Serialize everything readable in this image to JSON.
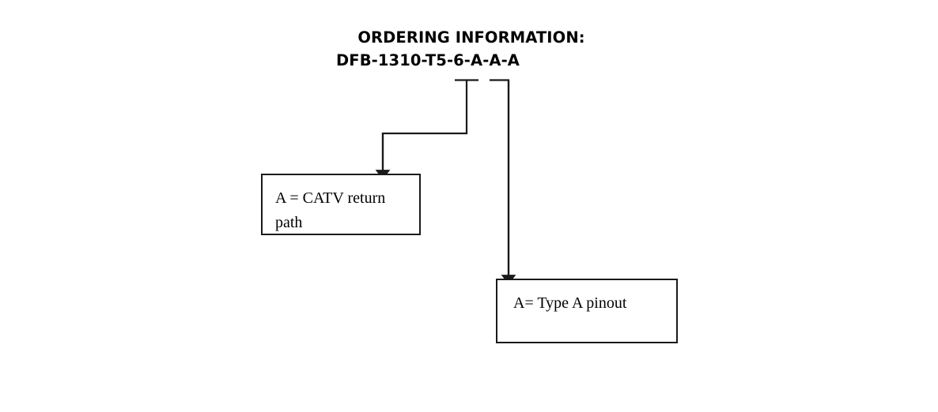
{
  "heading": {
    "line1": "ORDERING INFORMATION:",
    "line2": "DFB-1310-T5-6-A-A-A"
  },
  "part_number": {
    "full": "DFB-1310-T5-6-A-A-A",
    "segments": [
      "DFB",
      "1310",
      "T5",
      "6",
      "A",
      "A",
      "A"
    ]
  },
  "callouts": [
    {
      "id": "catv-return-path",
      "code": "A",
      "label": "A = CATV return\npath",
      "describes_segment_index": 5
    },
    {
      "id": "type-a-pinout",
      "code": "A",
      "label": "A= Type A pinout",
      "describes_segment_index": 6
    }
  ],
  "style": {
    "line_color": "#1a1a1a",
    "box_border_color": "#1a1a1a",
    "text_color": "#000000",
    "background": "#ffffff"
  },
  "icons": {
    "arrow_down": "arrow-down-icon",
    "leader_line": "leader-line-icon"
  }
}
